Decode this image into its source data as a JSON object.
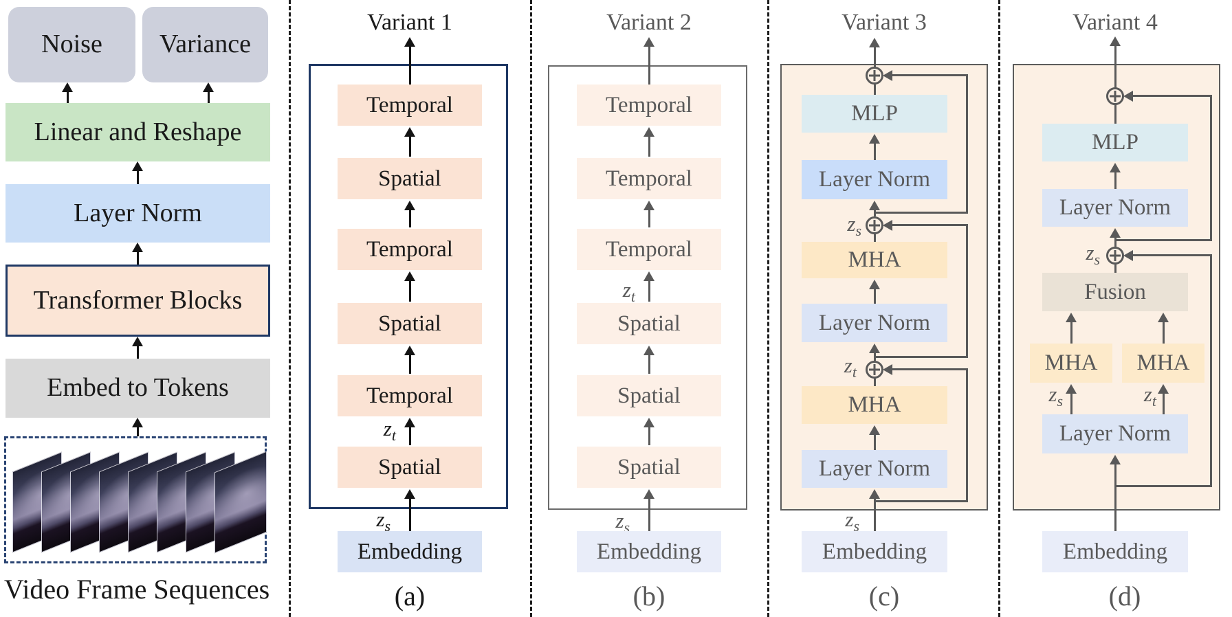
{
  "left_panel": {
    "noise_label": "Noise",
    "variance_label": "Variance",
    "linear_reshape_label": "Linear and Reshape",
    "layer_norm_label": "Layer Norm",
    "transformer_blocks_label": "Transformer Blocks",
    "embed_tokens_label": "Embed to Tokens",
    "caption": "Video Frame Sequences",
    "num_video_frames": 8
  },
  "math": {
    "z": "z",
    "s": "s",
    "t": "t"
  },
  "variant1": {
    "title": "Variant 1",
    "blocks": [
      "Temporal",
      "Spatial",
      "Temporal",
      "Spatial",
      "Temporal",
      "Spatial"
    ],
    "embedding": "Embedding",
    "label": "(a)"
  },
  "variant2": {
    "title": "Variant 2",
    "blocks": [
      "Temporal",
      "Temporal",
      "Temporal",
      "Spatial",
      "Spatial",
      "Spatial"
    ],
    "embedding": "Embedding",
    "label": "(b)"
  },
  "variant3": {
    "title": "Variant 3",
    "mlp": "MLP",
    "layer_norm": "Layer Norm",
    "mha": "MHA",
    "embedding": "Embedding",
    "label": "(c)"
  },
  "variant4": {
    "title": "Variant 4",
    "mlp": "MLP",
    "layer_norm": "Layer Norm",
    "mha": "MHA",
    "fusion": "Fusion",
    "embedding": "Embedding",
    "label": "(d)"
  },
  "colors": {
    "noise_variance_fill": "#cdd0dc",
    "linear_reshape_fill": "#c9e5c5",
    "layer_norm_fill_left": "#cadef7",
    "transformer_blocks_fill": "#fbe5d6",
    "embed_tokens_fill": "#d9d9d9",
    "navy_border": "#1f3864",
    "v1_block_fill": "#fbe3d4",
    "v2_block_fill": "#fdf0e7",
    "variant_container_fill": "#fcf0e4",
    "mlp_fill": "#dcecf1",
    "layer_norm_bright_fill": "#c9ddfa",
    "layer_norm_fill": "#dbe4f6",
    "mha_fill": "#fde8c6",
    "fusion_fill": "#eae2d6",
    "embedding_fill_v1": "#d9e3f5",
    "embedding_fill": "#e9edf9",
    "gray_text": "#595959",
    "gray_border": "#6b6b6b"
  }
}
